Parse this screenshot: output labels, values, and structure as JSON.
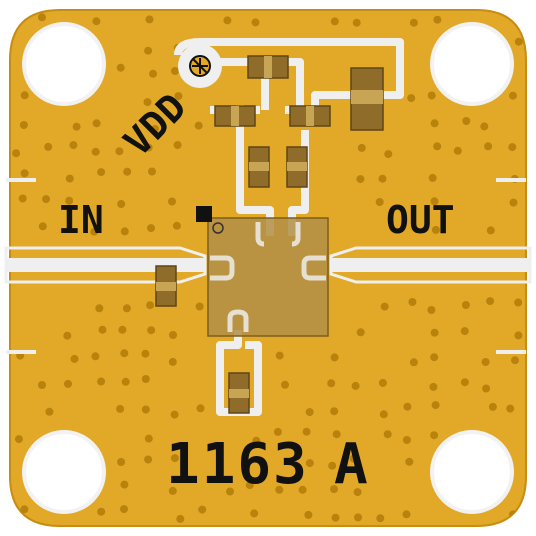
{
  "labels": {
    "vdd": "VDD",
    "in": "IN",
    "out": "OUT",
    "part_number": "1163",
    "revision": "A"
  },
  "colors": {
    "board": "#e2a828",
    "board_edge": "#c78c12",
    "via": "#b8820c",
    "trace": "#efefef",
    "component": "#8f6c2a",
    "component_edge": "#5e4516",
    "chip": "#b28f45",
    "silkscreen": "#111111",
    "background": "#ffffff"
  },
  "icons": {
    "mounting_holes": "mounting-hole-icon",
    "ground_symbol": "ground-symbol-icon",
    "pin1_marker": "pin1-marker-icon"
  }
}
